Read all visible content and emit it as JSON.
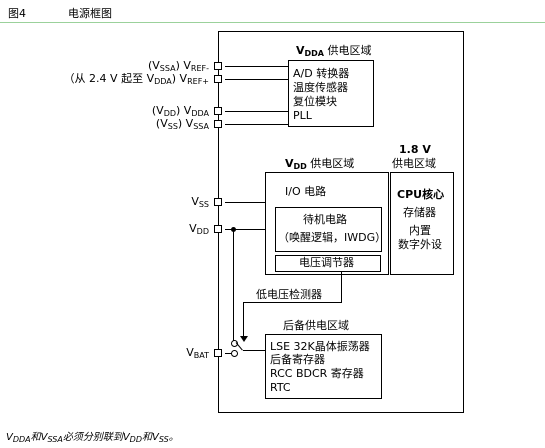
{
  "caption": {
    "figure_no": "图4",
    "title": "电源框图"
  },
  "domains": {
    "vdda": {
      "title_main": "V",
      "title_sub": "DDA",
      "title_rest": " 供电区域",
      "items": [
        "A/D 转换器",
        "温度传感器",
        "复位模块",
        "PLL"
      ]
    },
    "core": {
      "title_line1": "1.8 V",
      "title_line2": "供电区域",
      "items": [
        "CPU核心",
        "存储器",
        "内置",
        "数字外设"
      ]
    },
    "vdd": {
      "title_main": "V",
      "title_sub": "DD",
      "title_rest": " 供电区域",
      "io": "I/O 电路",
      "standby_line1": "待机电路",
      "standby_line2": "（唤醒逻辑，IWDG）",
      "regulator": "电压调节器"
    },
    "backup": {
      "title": "后备供电区域",
      "items": [
        "LSE 32K晶体振荡器",
        "后备寄存器",
        "RCC BDCR 寄存器",
        "RTC"
      ]
    }
  },
  "pins": {
    "vref_minus": {
      "pre": "(V",
      "pre_sub": "SSA",
      "mid": ") V",
      "sub": "REF-"
    },
    "vref_plus": {
      "pre": "（从 2.4 V 起至 V",
      "pre_sub": "DDA",
      "mid": ") V",
      "sub": "REF+"
    },
    "vdda": {
      "pre": "(V",
      "pre_sub": "DD",
      "mid": ") V",
      "sub": "DDA"
    },
    "vssa": {
      "pre": "(V",
      "pre_sub": "SS",
      "mid": ") V",
      "sub": "SSA"
    },
    "vss": {
      "main": "V",
      "sub": "SS"
    },
    "vdd": {
      "main": "V",
      "sub": "DD"
    },
    "vbat": {
      "main": "V",
      "sub": "BAT"
    }
  },
  "low_voltage_detector": "低电压检测器",
  "footnote": {
    "a": "V",
    "a_sub": "DDA",
    "b": "和V",
    "b_sub": "SSA",
    "c": "必须分别联到V",
    "c_sub": "DD",
    "d": "和V",
    "d_sub": "SS",
    "e": "。"
  }
}
